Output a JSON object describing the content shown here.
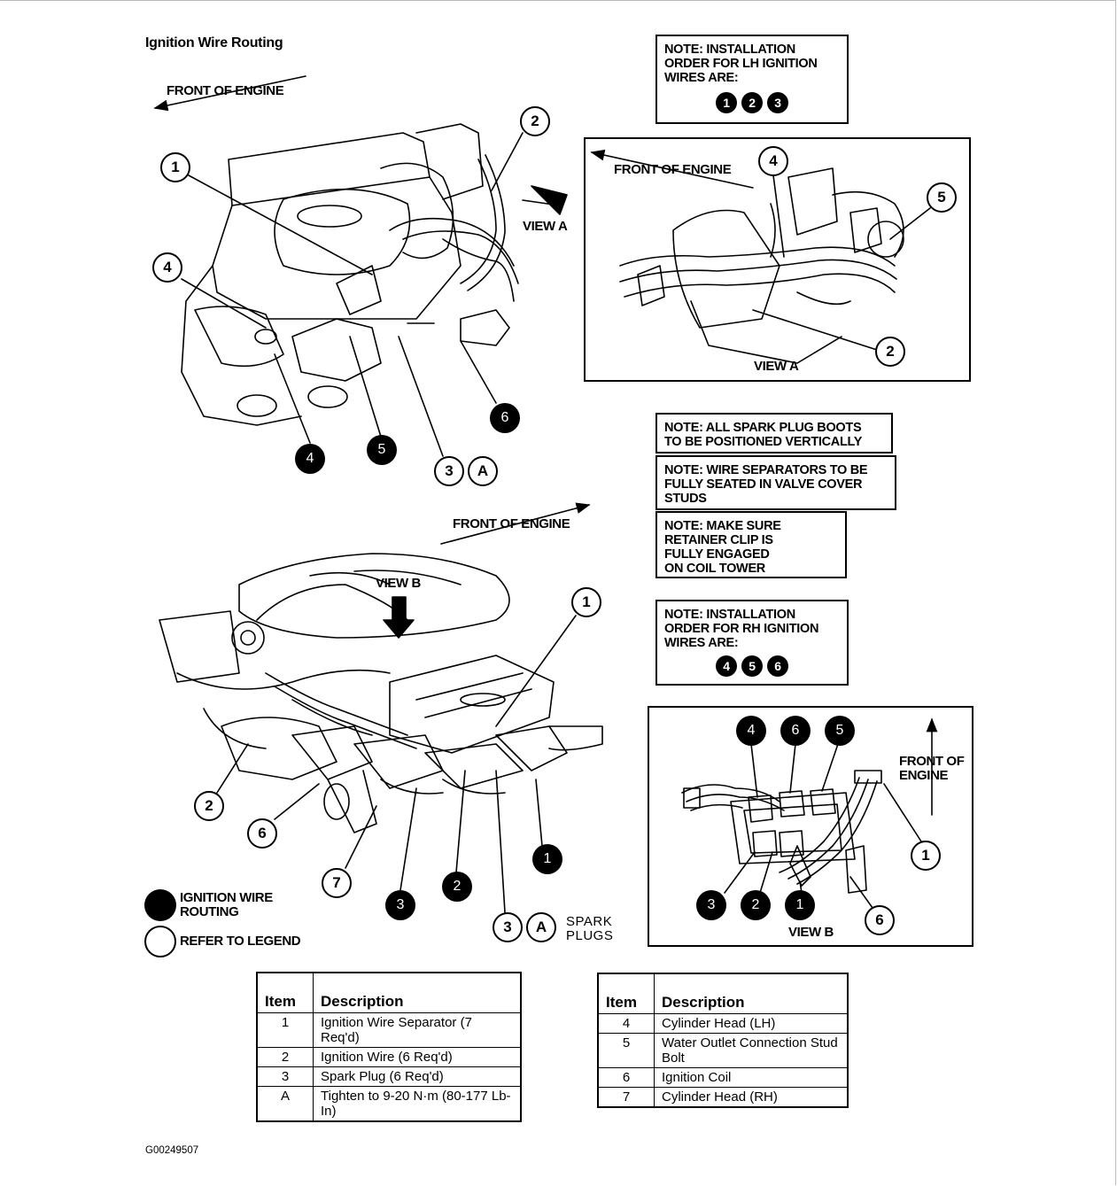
{
  "title": "Ignition Wire Routing",
  "front_label": "FRONT OF ENGINE",
  "front_label_multiline": "FRONT OF\nENGINE",
  "view_a_label": "VIEW A",
  "view_b_label": "VIEW B",
  "notes": {
    "lh_order": "NOTE: INSTALLATION\nORDER FOR LH IGNITION\nWIRES ARE:",
    "lh_numbers": [
      "1",
      "2",
      "3"
    ],
    "boots": "NOTE: ALL SPARK PLUG BOOTS\nTO BE POSITIONED VERTICALLY",
    "separators": "NOTE: WIRE SEPARATORS TO BE\nFULLY SEATED IN VALVE COVER\nSTUDS",
    "retainer": "NOTE: MAKE SURE\nRETAINER CLIP IS\nFULLY ENGAGED\nON COIL TOWER",
    "rh_order": "NOTE: INSTALLATION\nORDER FOR RH IGNITION\nWIRES ARE:",
    "rh_numbers": [
      "4",
      "5",
      "6"
    ]
  },
  "legend": {
    "filled": "IGNITION WIRE\nROUTING",
    "outline": "REFER TO LEGEND"
  },
  "spark_plugs_label": "SPARK\nPLUGS",
  "table_left": {
    "headers": [
      "Item",
      "Description"
    ],
    "rows": [
      {
        "item": "1",
        "desc": "Ignition Wire Separator (7 Req'd)"
      },
      {
        "item": "2",
        "desc": "Ignition Wire (6 Req'd)"
      },
      {
        "item": "3",
        "desc": "Spark Plug (6 Req'd)"
      },
      {
        "item": "A",
        "desc": "Tighten to 9-20 N·m (80-177 Lb-In)"
      }
    ]
  },
  "table_right": {
    "headers": [
      "Item",
      "Description"
    ],
    "rows": [
      {
        "item": "4",
        "desc": "Cylinder Head (LH)"
      },
      {
        "item": "5",
        "desc": "Water Outlet Connection Stud Bolt"
      },
      {
        "item": "6",
        "desc": "Ignition Coil"
      },
      {
        "item": "7",
        "desc": "Cylinder Head (RH)"
      }
    ]
  },
  "callouts": {
    "one": "1",
    "two": "2",
    "three": "3",
    "four": "4",
    "five": "5",
    "six": "6",
    "seven": "7",
    "a": "A"
  },
  "figure_code": "G00249507"
}
